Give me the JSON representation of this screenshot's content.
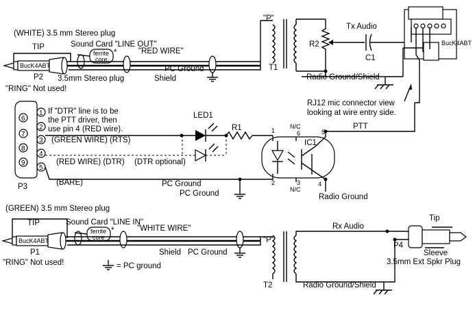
{
  "top": {
    "plug_title": "(WHITE) 3.5 mm Stereo plug",
    "tip": "TIP",
    "soundcard": "Sound Card \"LINE OUT\"",
    "ferrite": "ferrite core",
    "star": "*",
    "wire": "\"RED WIRE\"",
    "plug_name": "P2",
    "plug_sub": "3.5mm Stereo plug",
    "plug_brand": "BucK4ABT",
    "ring": "\"RING\" Not used!",
    "pc_ground": "PC Ground",
    "shield": "Shield",
    "p_mark": "\"P\"",
    "xfmr": "T1",
    "pot": "R2",
    "tx_audio": "Tx Audio",
    "cap": "C1",
    "radio_ground": "Radio Ground/Shield",
    "rj12_tag": "BucK4ABT",
    "rj12_note": "RJ12 mic connector view looking at wire entry side."
  },
  "db9": {
    "name": "P3",
    "pins": [
      "6",
      "1",
      "7",
      "2",
      "8",
      "3",
      "9",
      "4",
      "5"
    ],
    "dtr_note": "If \"DTR\" line is to be the PTT driver, then use pin 4 (RED wire).",
    "rts_label": "(GREEN WIRE) (RTS)",
    "dtr_label": "(RED WIRE) (DTR)",
    "dtr_opt": "(DTR optional)",
    "bare": "(BARE)",
    "pc_ground": "PC Ground",
    "pc_ground2": "PC Ground"
  },
  "mid": {
    "led": "LED1",
    "resistor": "R1",
    "ic": "IC1",
    "nc1": "N/C",
    "nc2": "N/C",
    "p1": "1",
    "p2": "2",
    "p3": "3",
    "p4": "4",
    "p5": "5",
    "p6": "6",
    "ptt": "PTT",
    "radio_ground": "Radio Ground"
  },
  "bottom": {
    "plug_title": "(GREEN) 3.5 mm Stereo plug",
    "tip": "TIP",
    "soundcard": "Sound Card \"LINE IN\"",
    "ferrite": "ferrite core",
    "star": "*",
    "wire": "\"WHITE WIRE\"",
    "plug_name": "P1",
    "plug_brand": "BucK4ABT",
    "ring": "\"RING\" Not used!",
    "shield": "Shield",
    "pc_ground": "PC Ground",
    "gnd_legend": "= PC ground",
    "p_mark": "\"P\"",
    "xfmr": "T2",
    "rx_audio": "Rx Audio",
    "radio_ground": "Radio Ground/Shield",
    "jack": "P4",
    "tip_r": "Tip",
    "sleeve": "Sleeve",
    "jack_desc": "3.5mm Ext Spkr Plug"
  }
}
